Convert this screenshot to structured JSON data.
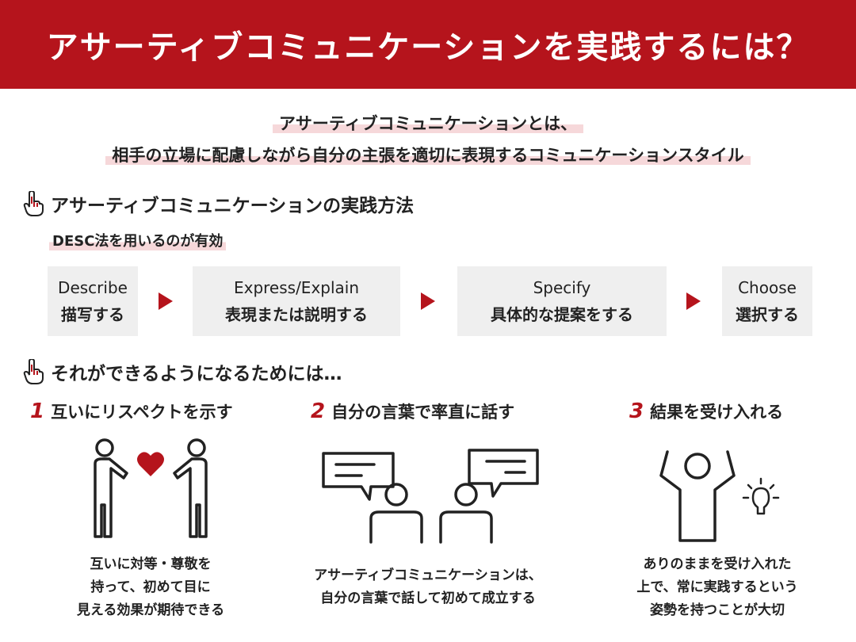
{
  "header": {
    "title": "アサーティブコミュニケーションを実践するには？"
  },
  "definition": {
    "line1": "アサーティブコミュニケーションとは、",
    "line2": "相手の立場に配慮しながら自分の主張を適切に表現するコミュニケーションスタイル"
  },
  "practice": {
    "heading": "アサーティブコミュニケーションの実践方法",
    "subheading": "DESC法を用いるのが有効",
    "steps": [
      {
        "en": "Describe",
        "jp": "描写する"
      },
      {
        "en": "Express/Explain",
        "jp": "表現または説明する"
      },
      {
        "en": "Specify",
        "jp": "具体的な提案をする"
      },
      {
        "en": "Choose",
        "jp": "選択する"
      }
    ]
  },
  "outcome": {
    "heading": "それができるようになるためには…",
    "points": [
      {
        "num": "1",
        "title": "互いにリスペクトを示す",
        "lines": [
          "互いに対等・尊敬を",
          "持って、初めて目に",
          "見える効果が期待できる"
        ]
      },
      {
        "num": "2",
        "title": "自分の言葉で率直に話す",
        "lines": [
          "アサーティブコミュニケーションは、",
          "自分の言葉で話して初めて成立する"
        ]
      },
      {
        "num": "3",
        "title": "結果を受け入れる",
        "lines": [
          "ありのままを受け入れた",
          "上で、常に実践するという",
          "姿勢を持つことが大切"
        ]
      }
    ]
  },
  "colors": {
    "accent": "#b5141c",
    "highlight": "#f6d8da",
    "box": "#efefef"
  },
  "icons": [
    "pointing-hand-icon",
    "heart-icon",
    "speech-bubble-icon",
    "person-icon",
    "lightbulb-icon"
  ]
}
